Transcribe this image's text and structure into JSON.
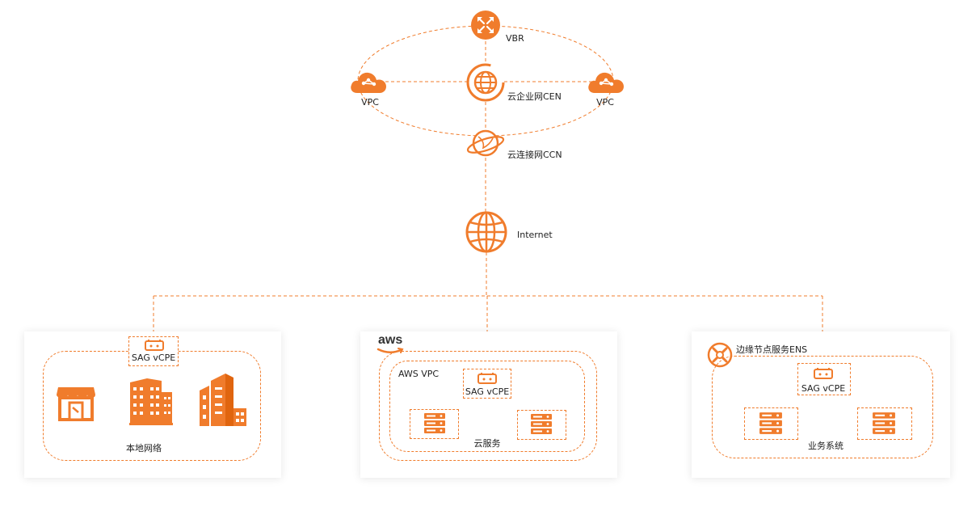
{
  "colors": {
    "accent": "#f07c2c",
    "panel_shadow": "#dddddd"
  },
  "nodes": {
    "vbr": {
      "label": "VBR",
      "icon": "router-icon"
    },
    "vpc_left": {
      "label": "VPC",
      "icon": "cloud-icon"
    },
    "vpc_right": {
      "label": "VPC",
      "icon": "cloud-icon"
    },
    "cen": {
      "label": "云企业网CEN",
      "icon": "globe-icon"
    },
    "ccn": {
      "label": "云连接网CCN",
      "icon": "planet-icon"
    },
    "internet": {
      "label": "Internet",
      "icon": "globe-icon"
    }
  },
  "panels": {
    "local": {
      "sag_label": "SAG vCPE",
      "caption": "本地网络",
      "icons": [
        "store-icon",
        "office-building-icon",
        "skyscraper-icon"
      ]
    },
    "aws": {
      "logo_text": "aws",
      "vpc_label": "AWS VPC",
      "sag_label": "SAG vCPE",
      "caption": "云服务",
      "icons": [
        "server-icon",
        "server-icon"
      ]
    },
    "ens": {
      "title": "边缘节点服务ENS",
      "sag_label": "SAG vCPE",
      "caption": "业务系统",
      "icons": [
        "ens-icon",
        "server-icon",
        "server-icon"
      ]
    }
  }
}
